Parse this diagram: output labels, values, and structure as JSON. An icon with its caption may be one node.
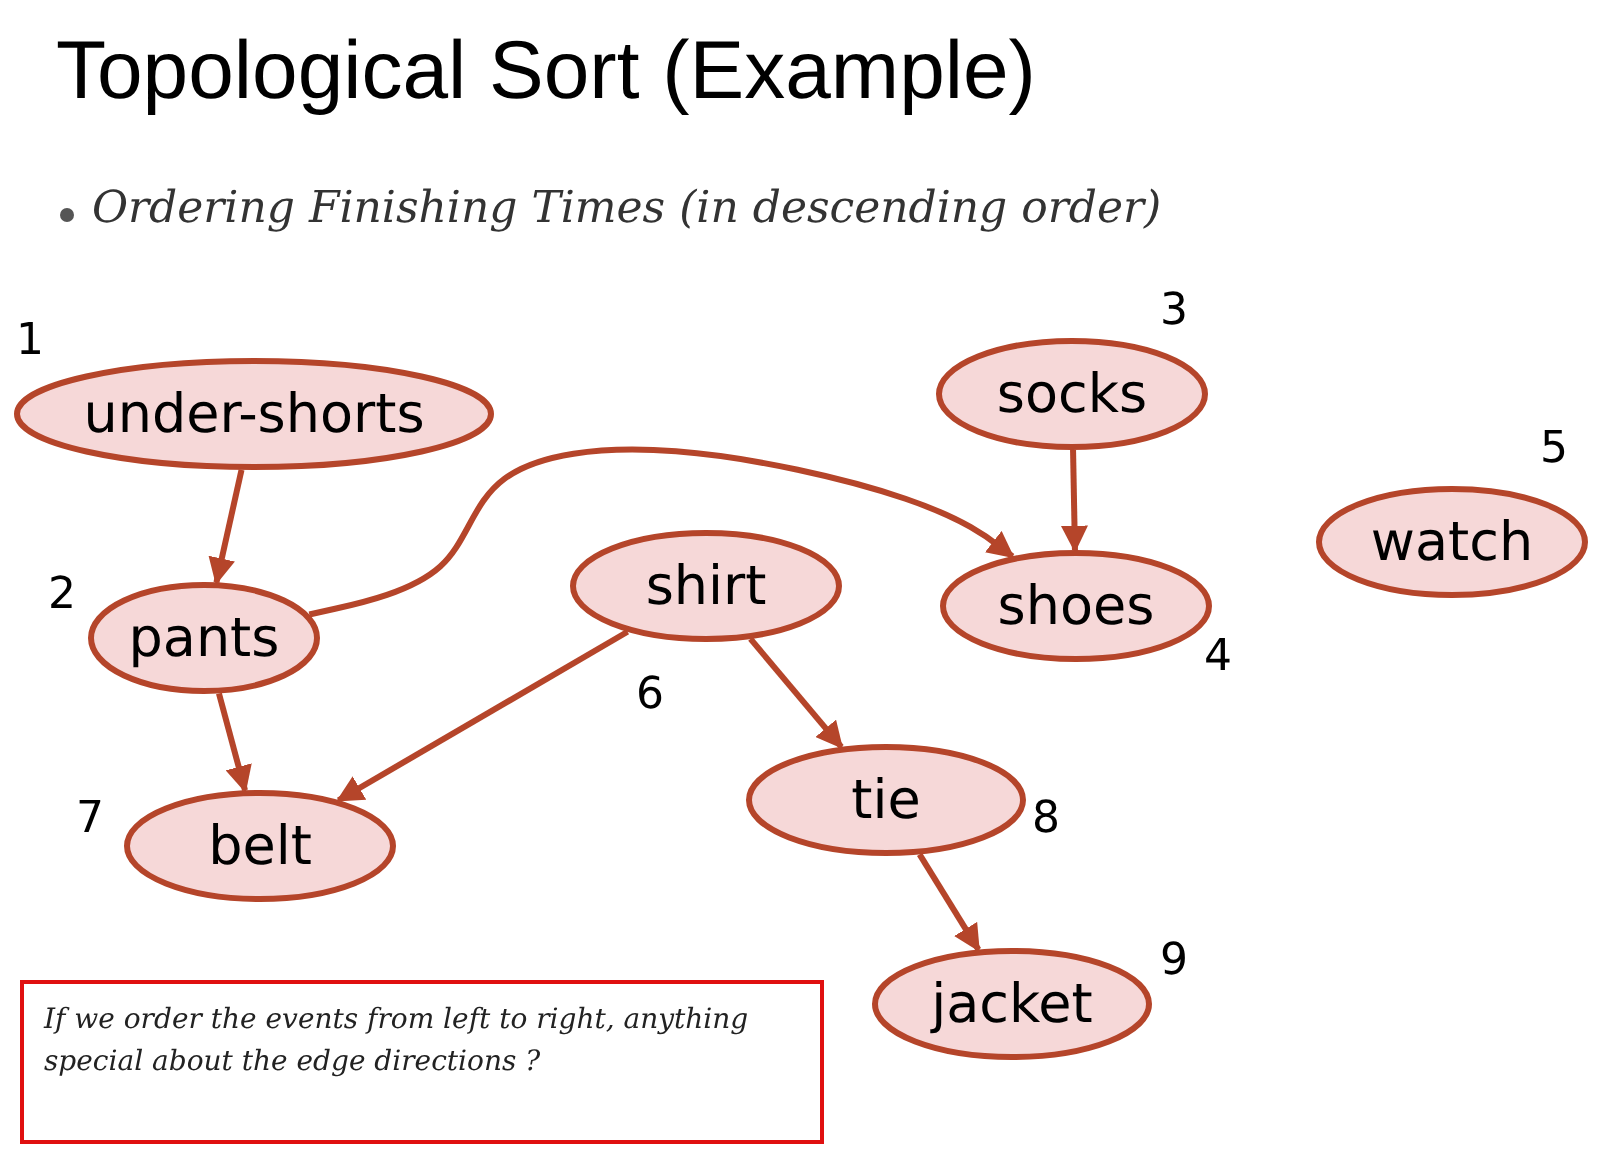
{
  "diagram": {
    "title": "Topological Sort (Example)",
    "nodes": [
      {
        "text": [
          "under-shorts"
        ],
        "beside": [
          "1"
        ]
      },
      {
        "text": [
          "pants"
        ],
        "beside": [
          "2"
        ]
      },
      {
        "text": [
          "socks"
        ],
        "beside": [
          "3"
        ]
      },
      {
        "text": [
          "shoes"
        ],
        "beside": [
          "4"
        ]
      },
      {
        "text": [
          "watch"
        ],
        "beside": [
          "5"
        ]
      },
      {
        "text": [
          "shirt"
        ],
        "beside": [
          "6"
        ]
      },
      {
        "text": [
          "belt"
        ],
        "beside": [
          "7"
        ]
      },
      {
        "text": [
          "tie"
        ],
        "beside": [
          "8"
        ]
      },
      {
        "text": [
          "jacket"
        ],
        "beside": [
          "9"
        ]
      },
      {
        "text": [
          "If we order the events from left to right, anything special about the edge directions ?"
        ]
      }
    ],
    "edges": [
      {
        "from": 0,
        "to": 1,
        "arrow": "to"
      },
      {
        "from": 1,
        "to": 3,
        "arrow": "to"
      },
      {
        "from": 1,
        "to": 6,
        "arrow": "to"
      },
      {
        "from": 2,
        "to": 3,
        "arrow": "to"
      },
      {
        "from": 5,
        "to": 6,
        "arrow": "to"
      },
      {
        "from": 5,
        "to": 7,
        "arrow": "to"
      },
      {
        "from": 7,
        "to": 8,
        "arrow": "to"
      }
    ],
    "labels": [
      "Ordering Finishing Times (in descending order)"
    ]
  }
}
